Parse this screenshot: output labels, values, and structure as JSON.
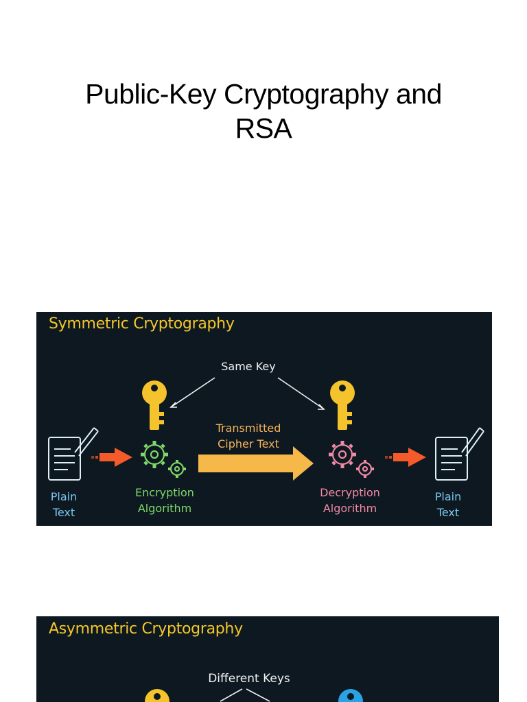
{
  "slide": {
    "title_line1": "Public-Key Cryptography and",
    "title_line2": "RSA"
  },
  "symmetric": {
    "heading": "Symmetric Cryptography",
    "key_label": "Same Key",
    "plain_text_left": [
      "Plain",
      "Text"
    ],
    "encryption": [
      "Encryption",
      "Algorithm"
    ],
    "transmitted": [
      "Transmitted",
      "Cipher Text"
    ],
    "decryption": [
      "Decryption",
      "Algorithm"
    ],
    "plain_text_right": [
      "Plain",
      "Text"
    ]
  },
  "asymmetric": {
    "heading": "Asymmetric Cryptography",
    "key_label": "Different Keys"
  },
  "colors": {
    "panel_bg": "#0d1820",
    "heading": "#f5c72b",
    "key_gold": "#f5c42c",
    "key_blue": "#2aa3e6",
    "arrow_orange": "#f45a2a",
    "arrow_yellow": "#f7b84a",
    "gear_green": "#7fd86a",
    "gear_pink": "#f18aa5"
  }
}
